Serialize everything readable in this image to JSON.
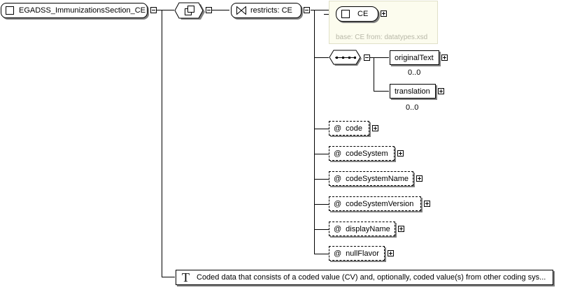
{
  "root": {
    "label": "EGADSS_ImmunizationsSection_CE"
  },
  "complex_type": {
    "icon": "complex-type-icon"
  },
  "restriction": {
    "label": "restricts: CE",
    "icon": "restriction-icon"
  },
  "extension": {
    "type_label": "CE",
    "base_text": "base: CE from: datatypes.xsd"
  },
  "sequence": {
    "icon": "sequence-icon"
  },
  "elements": [
    {
      "label": "originalText",
      "cardinality": "0..0"
    },
    {
      "label": "translation",
      "cardinality": "0..0"
    }
  ],
  "attributes": [
    {
      "symbol": "@",
      "label": "code"
    },
    {
      "symbol": "@",
      "label": "codeSystem"
    },
    {
      "symbol": "@",
      "label": "codeSystemName"
    },
    {
      "symbol": "@",
      "label": "codeSystemVersion"
    },
    {
      "symbol": "@",
      "label": "displayName"
    },
    {
      "symbol": "@",
      "label": "nullFlavor"
    }
  ],
  "annotation": {
    "symbol": "T",
    "text": "Coded data that consists of a coded value (CV) and, optionally, coded value(s) from other coding sys..."
  }
}
